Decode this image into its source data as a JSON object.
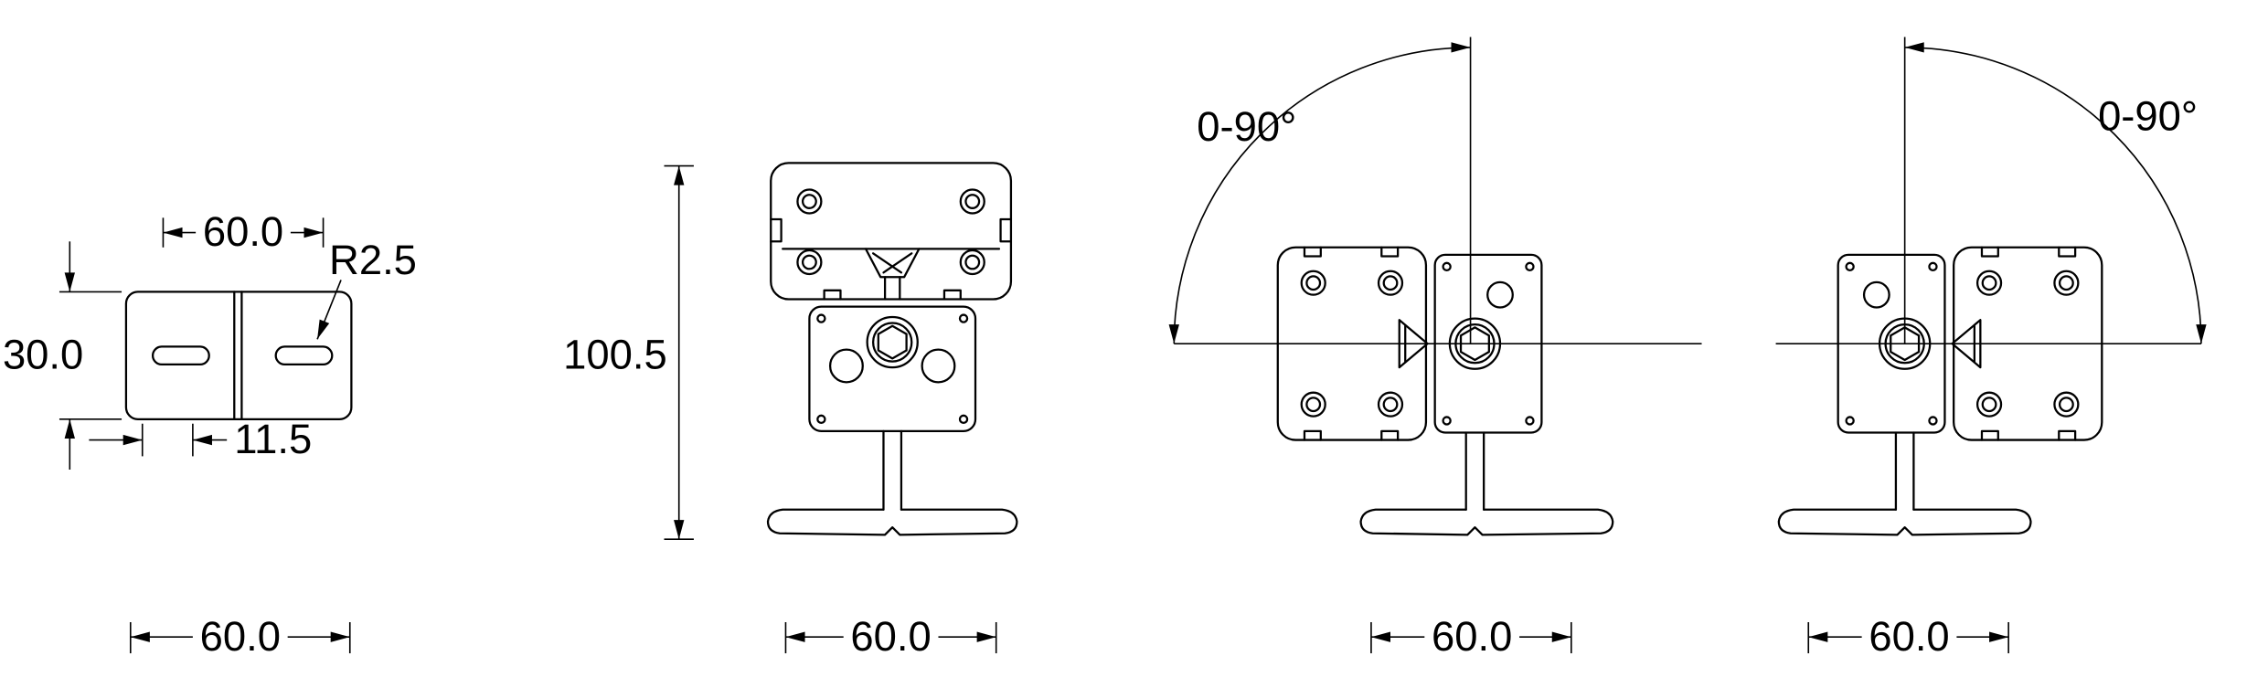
{
  "background": "#ffffff",
  "line_color": "#000000",
  "views": {
    "plate_top": {
      "dim_width_top": "60.0",
      "dim_height": "30.0",
      "dim_radius": "R2.5",
      "dim_slot_offset": "11.5",
      "dim_width_bottom": "60.0"
    },
    "bracket_front": {
      "dim_height": "100.5",
      "dim_width": "60.0"
    },
    "tilt_left": {
      "dim_angle": "0-90°",
      "dim_width": "60.0"
    },
    "tilt_right": {
      "dim_angle": "0-90°",
      "dim_width": "60.0"
    }
  }
}
